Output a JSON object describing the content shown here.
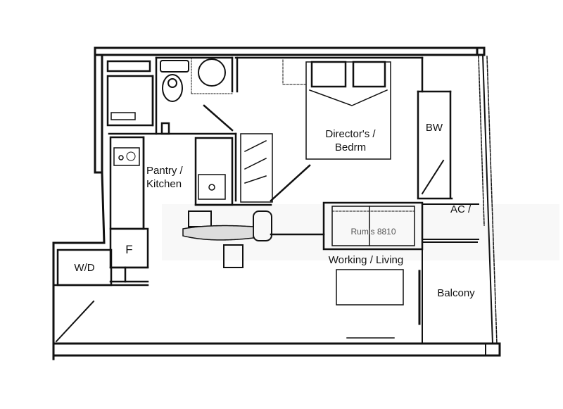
{
  "floor_plan": {
    "rooms": [
      {
        "id": "bedroom",
        "label_line1": "Director's /",
        "label_line2": "Bedrm"
      },
      {
        "id": "kitchen",
        "label_line1": "Pantry /",
        "label_line2": "Kitchen"
      },
      {
        "id": "living",
        "label": "Working / Living"
      },
      {
        "id": "wd",
        "label": "W/D"
      },
      {
        "id": "fridge",
        "label": "F"
      },
      {
        "id": "bw",
        "label": "BW"
      },
      {
        "id": "ac",
        "label": "AC /"
      },
      {
        "id": "balcony",
        "label": "Balcony"
      }
    ],
    "furniture_label": "Rumis 8810"
  }
}
